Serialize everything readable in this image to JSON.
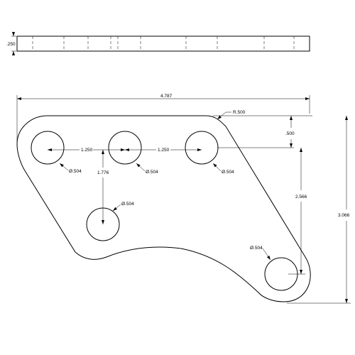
{
  "side_view": {
    "thickness": ".250"
  },
  "top_view": {
    "overall_width": "4.787",
    "corner_radius": "R.500",
    "hole_spacing_1": "1.250",
    "hole_spacing_2": "1.250",
    "hole_offset_top": ".500",
    "lower_hole_drop": "1.776",
    "right_hole_height": "2.566",
    "overall_height": "3.066",
    "holes": [
      {
        "callout": "Ø.504"
      },
      {
        "callout": "Ø.504"
      },
      {
        "callout": "Ø.504"
      },
      {
        "callout": "Ø.504"
      },
      {
        "callout": "Ø.504"
      }
    ]
  }
}
